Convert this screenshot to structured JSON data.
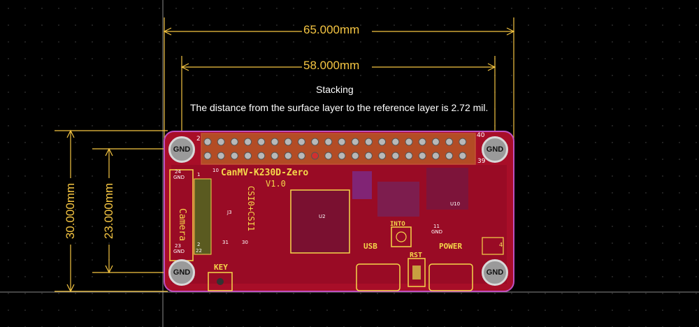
{
  "dimensions": {
    "board_width": "65.000mm",
    "hole_spacing_x": "58.000mm",
    "board_height": "30.000mm",
    "hole_spacing_y": "23.000mm"
  },
  "caption": {
    "title": "Stacking",
    "detail": "The distance from the surface layer to the reference layer is 2.72 mil."
  },
  "board": {
    "name": "CanMV-K230D-Zero",
    "version": "V1.0",
    "header_pin_2": "2",
    "header_pin_40": "40",
    "header_pin_39": "39",
    "header_pin_10": "10"
  },
  "labels": {
    "gnd_top_left": "GND",
    "gnd_top_right": "GND",
    "gnd_bottom_left": "GND",
    "gnd_bottom_right": "GND",
    "camera": "Camera",
    "csi": "CSI0+CSI1",
    "key": "KEY",
    "usb": "USB",
    "rst": "RST",
    "into": "INTO",
    "power": "POWER",
    "u10": "U10",
    "u2": "U2",
    "j3": "J3",
    "u11": "11",
    "u11_gnd": "GND",
    "pin24": "24",
    "pin24_gnd": "GND",
    "pin23": "23",
    "pin23_gnd": "GND",
    "pin1": "1",
    "pin2": "2",
    "pin22": "22",
    "pin31": "31",
    "pin30": "30",
    "mark4": "4"
  },
  "colors": {
    "dimension": "#f5c542",
    "board": "#b0102a",
    "silkscreen": "#f5d74a",
    "outline": "#c050c0"
  }
}
